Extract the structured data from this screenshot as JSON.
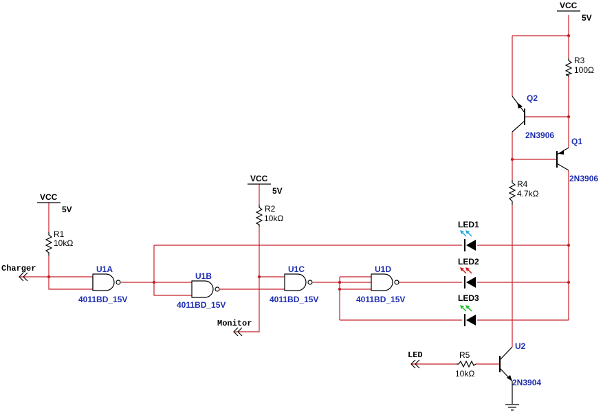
{
  "vcc": [
    {
      "label": "VCC",
      "voltage": "5V"
    },
    {
      "label": "VCC",
      "voltage": "5V"
    },
    {
      "label": "VCC",
      "voltage": "5V"
    }
  ],
  "resistors": [
    {
      "ref": "R1",
      "value": "10kΩ"
    },
    {
      "ref": "R2",
      "value": "10kΩ"
    },
    {
      "ref": "R3",
      "value": "100Ω"
    },
    {
      "ref": "R4",
      "value": "4.7kΩ"
    },
    {
      "ref": "R5",
      "value": "10kΩ"
    }
  ],
  "gates": [
    {
      "ref": "U1A",
      "part": "4011BD_15V"
    },
    {
      "ref": "U1B",
      "part": "4011BD_15V"
    },
    {
      "ref": "U1C",
      "part": "4011BD_15V"
    },
    {
      "ref": "U1D",
      "part": "4011BD_15V"
    }
  ],
  "transistors": [
    {
      "ref": "Q2",
      "part": "2N3906"
    },
    {
      "ref": "Q1",
      "part": "2N3906"
    },
    {
      "ref": "U2",
      "part": "2N3904"
    }
  ],
  "leds": [
    {
      "ref": "LED1",
      "color": "#1fa8e0"
    },
    {
      "ref": "LED2",
      "color": "#e01010"
    },
    {
      "ref": "LED3",
      "color": "#1fbf2a"
    }
  ],
  "ports": {
    "charger": "Charger",
    "monitor": "Monitor",
    "led": "LED"
  }
}
